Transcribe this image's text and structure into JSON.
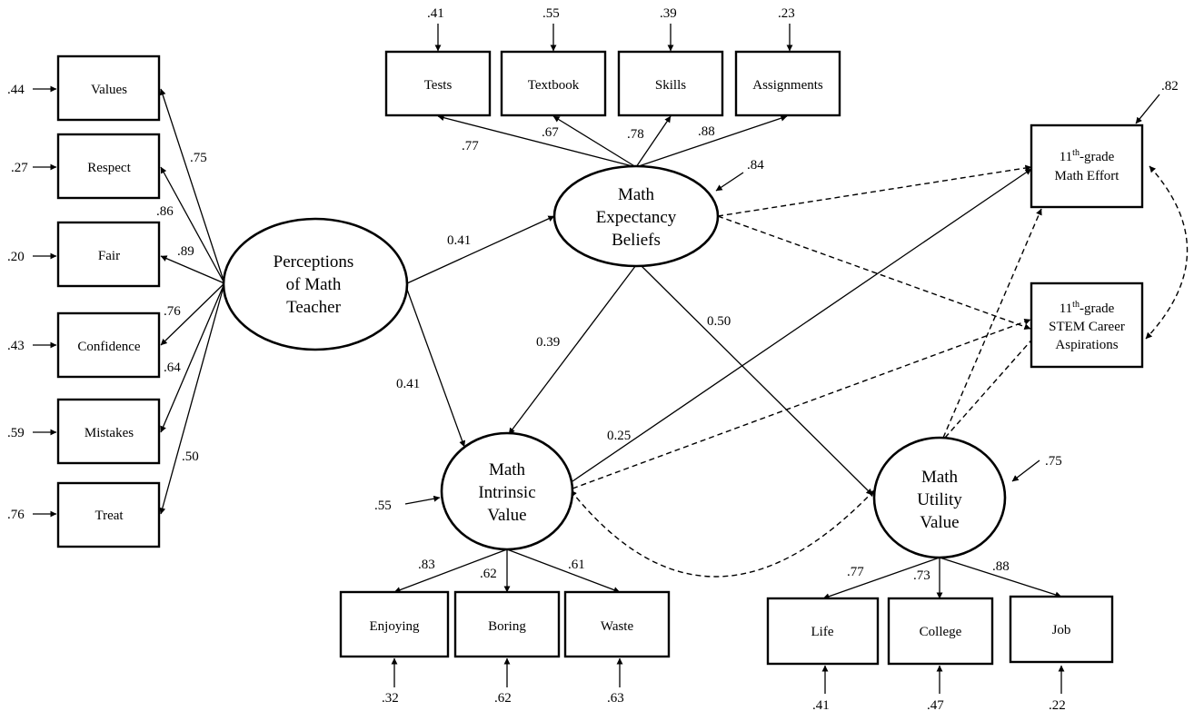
{
  "latents": {
    "teacher": [
      "Perceptions",
      "of Math",
      "Teacher"
    ],
    "expectancy": [
      "Math",
      "Expectancy",
      "Beliefs"
    ],
    "intrinsic": [
      "Math",
      "Intrinsic",
      "Value"
    ],
    "utility": [
      "Math",
      "Utility",
      "Value"
    ]
  },
  "teacher_indicators": [
    {
      "label": "Values",
      "loading": ".75",
      "error": ".44"
    },
    {
      "label": "Respect",
      "loading": ".86",
      "error": ".27"
    },
    {
      "label": "Fair",
      "loading": ".89",
      "error": ".20"
    },
    {
      "label": "Confidence",
      "loading": ".76",
      "error": ".43"
    },
    {
      "label": "Mistakes",
      "loading": ".64",
      "error": ".59"
    },
    {
      "label": "Treat",
      "loading": ".50",
      "error": ".76"
    }
  ],
  "expectancy_indicators": [
    {
      "label": "Tests",
      "loading": ".77",
      "error": ".41"
    },
    {
      "label": "Textbook",
      "loading": ".67",
      "error": ".55"
    },
    {
      "label": "Skills",
      "loading": ".78",
      "error": ".39"
    },
    {
      "label": "Assignments",
      "loading": ".88",
      "error": ".23"
    }
  ],
  "intrinsic_indicators": [
    {
      "label": "Enjoying",
      "loading": ".83",
      "error": ".32"
    },
    {
      "label": "Boring",
      "loading": ".62",
      "error": ".62"
    },
    {
      "label": "Waste",
      "loading": ".61",
      "error": ".63"
    }
  ],
  "utility_indicators": [
    {
      "label": "Life",
      "loading": ".77",
      "error": ".41"
    },
    {
      "label": "College",
      "loading": ".73",
      "error": ".47"
    },
    {
      "label": "Job",
      "loading": ".88",
      "error": ".22"
    }
  ],
  "outcomes": {
    "effort": {
      "sup_prefix": "11",
      "sup": "th",
      "line1_rest": "-grade",
      "line2": "Math Effort",
      "error": ".82"
    },
    "stem": {
      "sup_prefix": "11",
      "sup": "th",
      "line1_rest": "-grade",
      "line2": "STEM Career",
      "line3": "Aspirations"
    }
  },
  "paths": {
    "teacher_to_expectancy": "0.41",
    "teacher_to_intrinsic": "0.41",
    "expectancy_to_intrinsic": "0.39",
    "expectancy_to_utility": "0.50",
    "intrinsic_to_effort": "0.25"
  },
  "disturbances": {
    "expectancy": ".84",
    "intrinsic": ".55",
    "utility": ".75"
  }
}
